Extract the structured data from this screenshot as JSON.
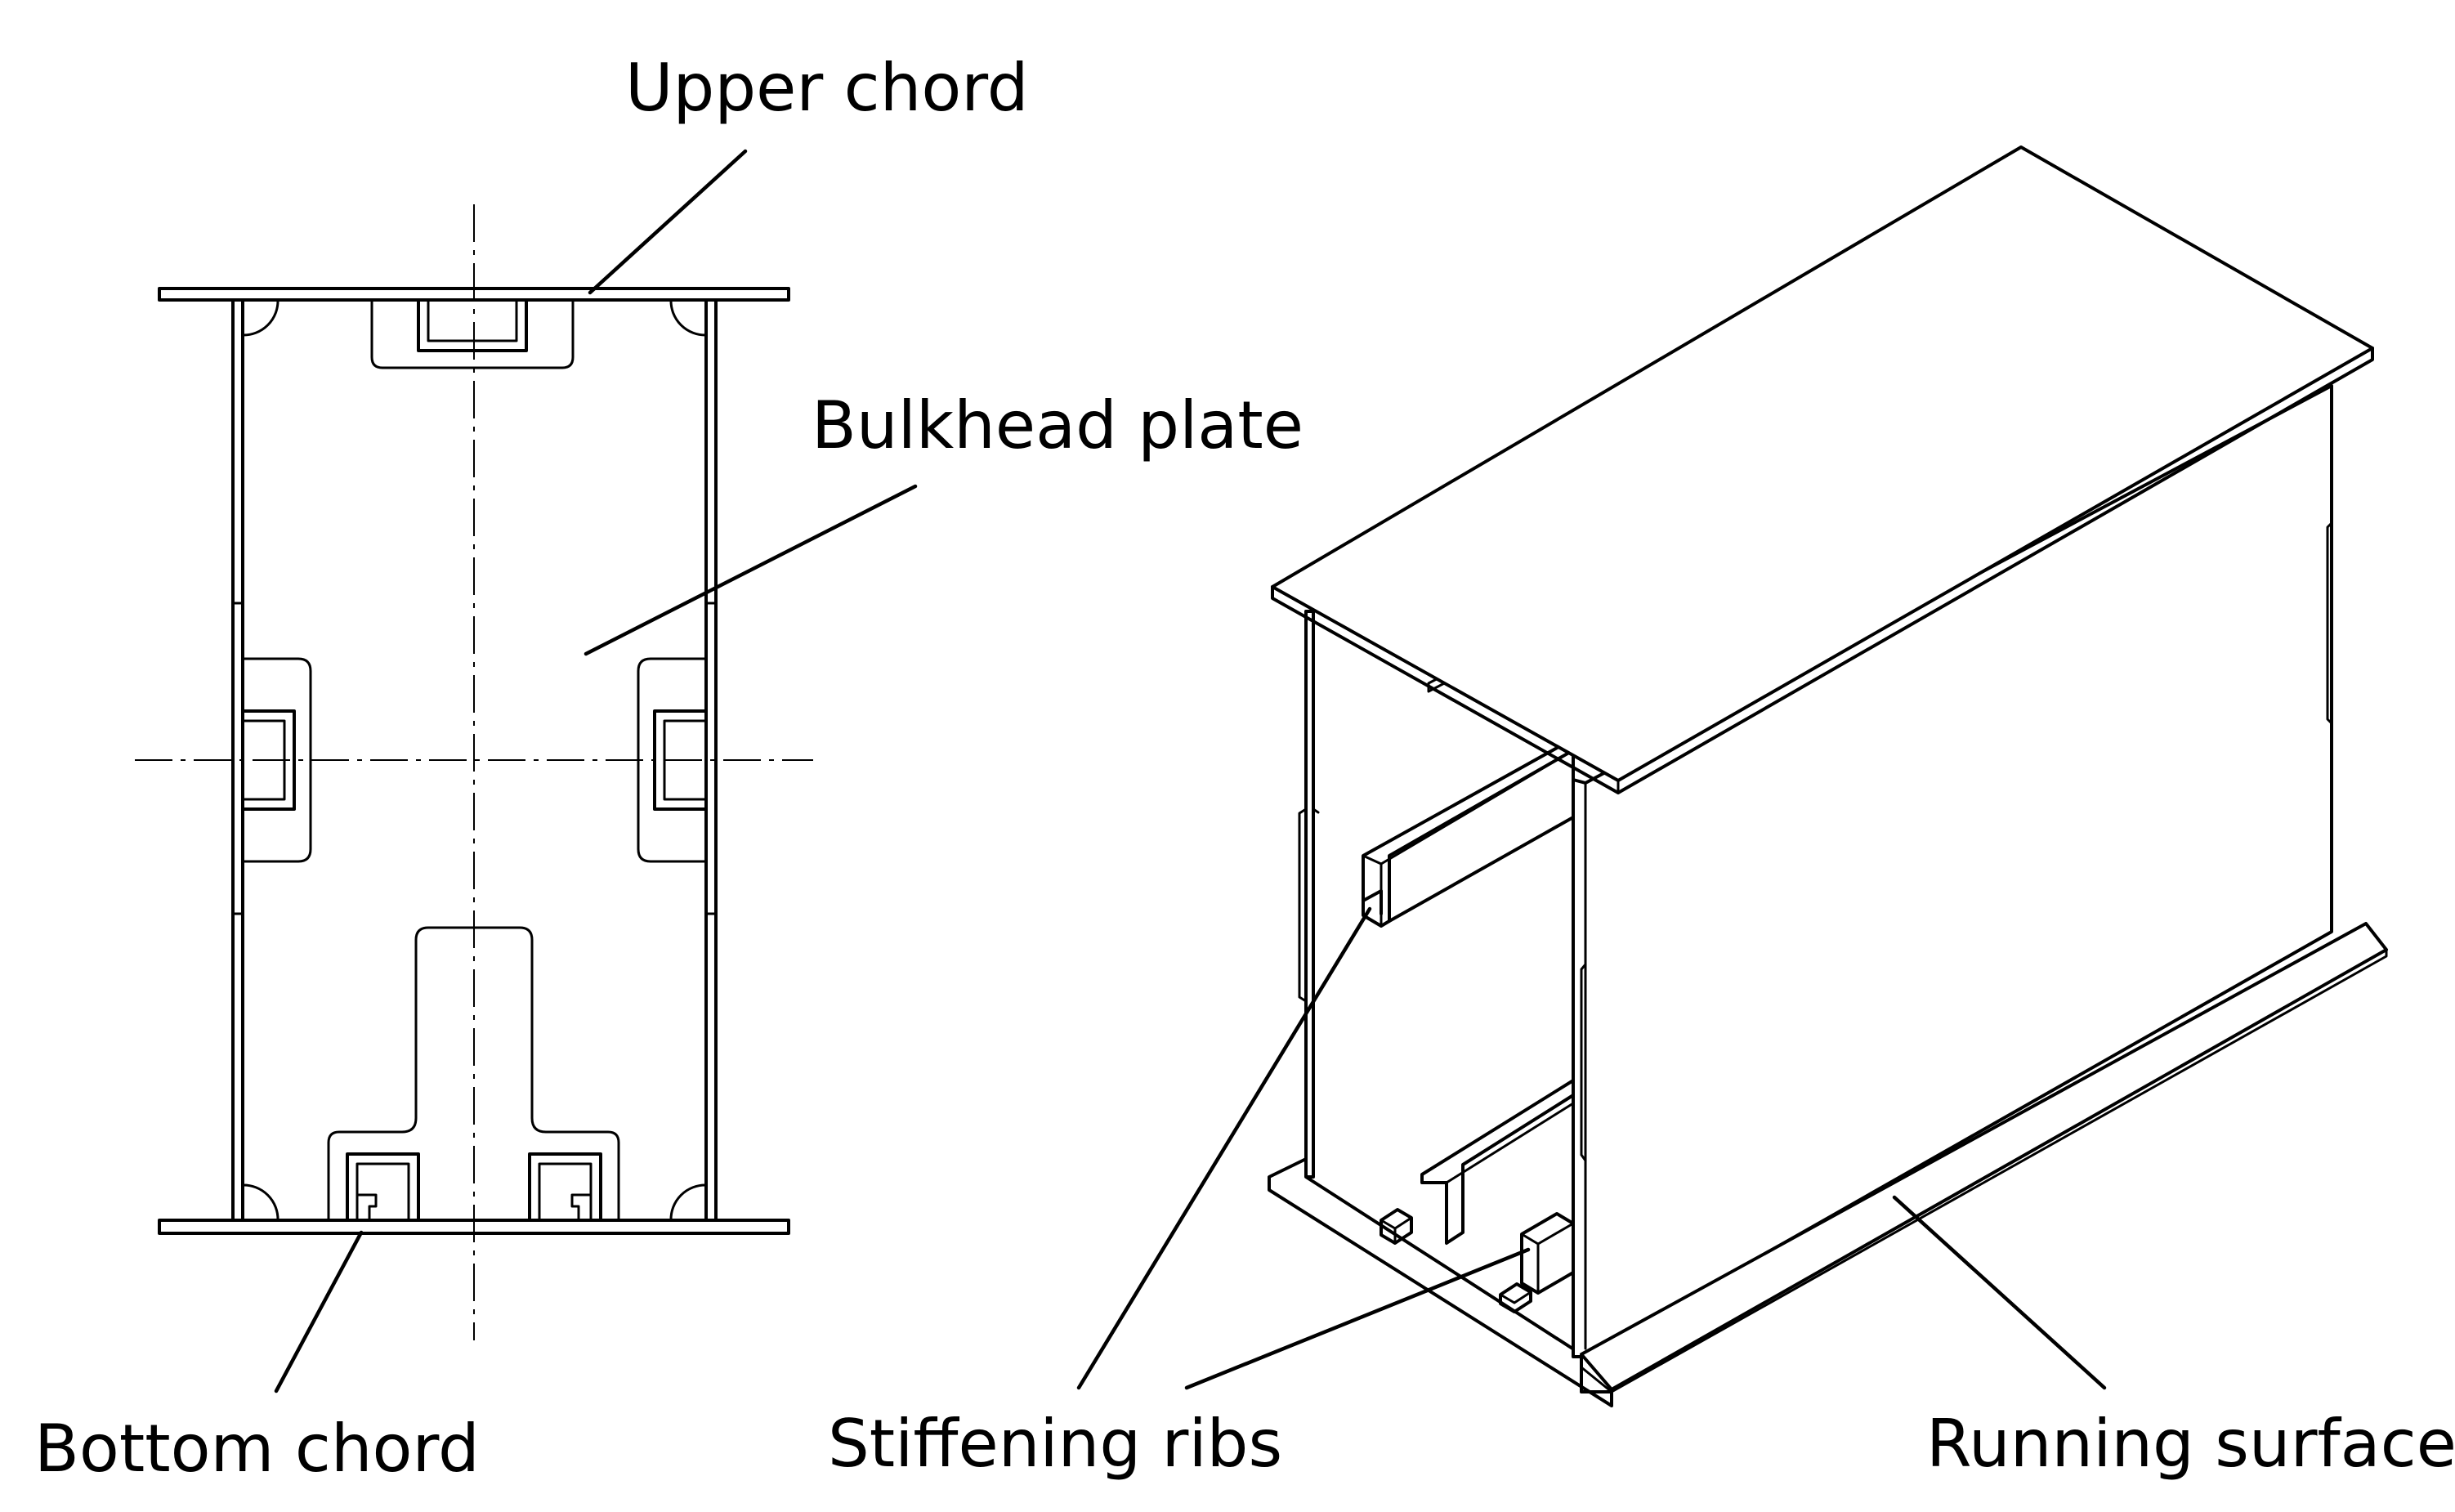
{
  "labels": {
    "upper_chord": "Upper chord",
    "bulkhead_plate": "Bulkhead plate",
    "bottom_chord": "Bottom chord",
    "stiffening_ribs": "Stiffening ribs",
    "running_surface": "Running surface"
  }
}
